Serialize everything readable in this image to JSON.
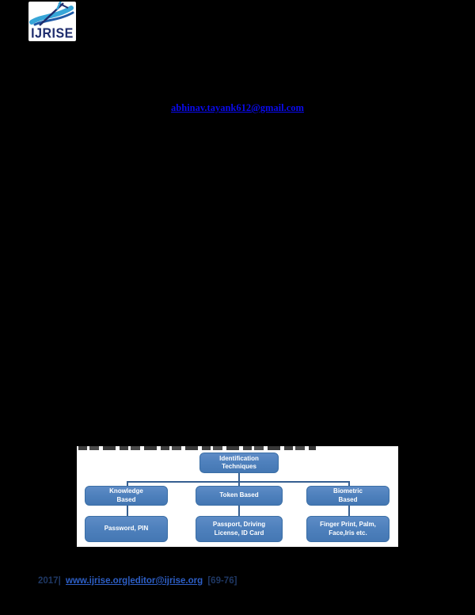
{
  "logo": {
    "text": "IJRISE"
  },
  "header": {
    "email": "abhinav.tayank612@gmail.com"
  },
  "figure": {
    "diagram": {
      "type": "flowchart",
      "root": "Identification Techniques",
      "level2": [
        "Knowledge Based",
        "Token Based",
        "Biometric Based"
      ],
      "level3": [
        "Password, PIN",
        "Passport, Driving License, ID  Card",
        "Finger Print, Palm, Face,Iris etc."
      ]
    },
    "colors": {
      "node_fill": "#4f81bd",
      "node_border": "#3a6ea5",
      "connector": "#365f91",
      "panel_bg": "#ffffff"
    }
  },
  "footer": {
    "year": "2017|",
    "links": "www.ijrise.org|editor@ijrise.org",
    "pages": "[69-76]"
  },
  "colors": {
    "page_bg": "#000000",
    "email_link": "#0a0aee",
    "footer_navy": "#1f3864",
    "footer_link": "#2d5fc7",
    "logo_navy": "#1f2d6e"
  }
}
